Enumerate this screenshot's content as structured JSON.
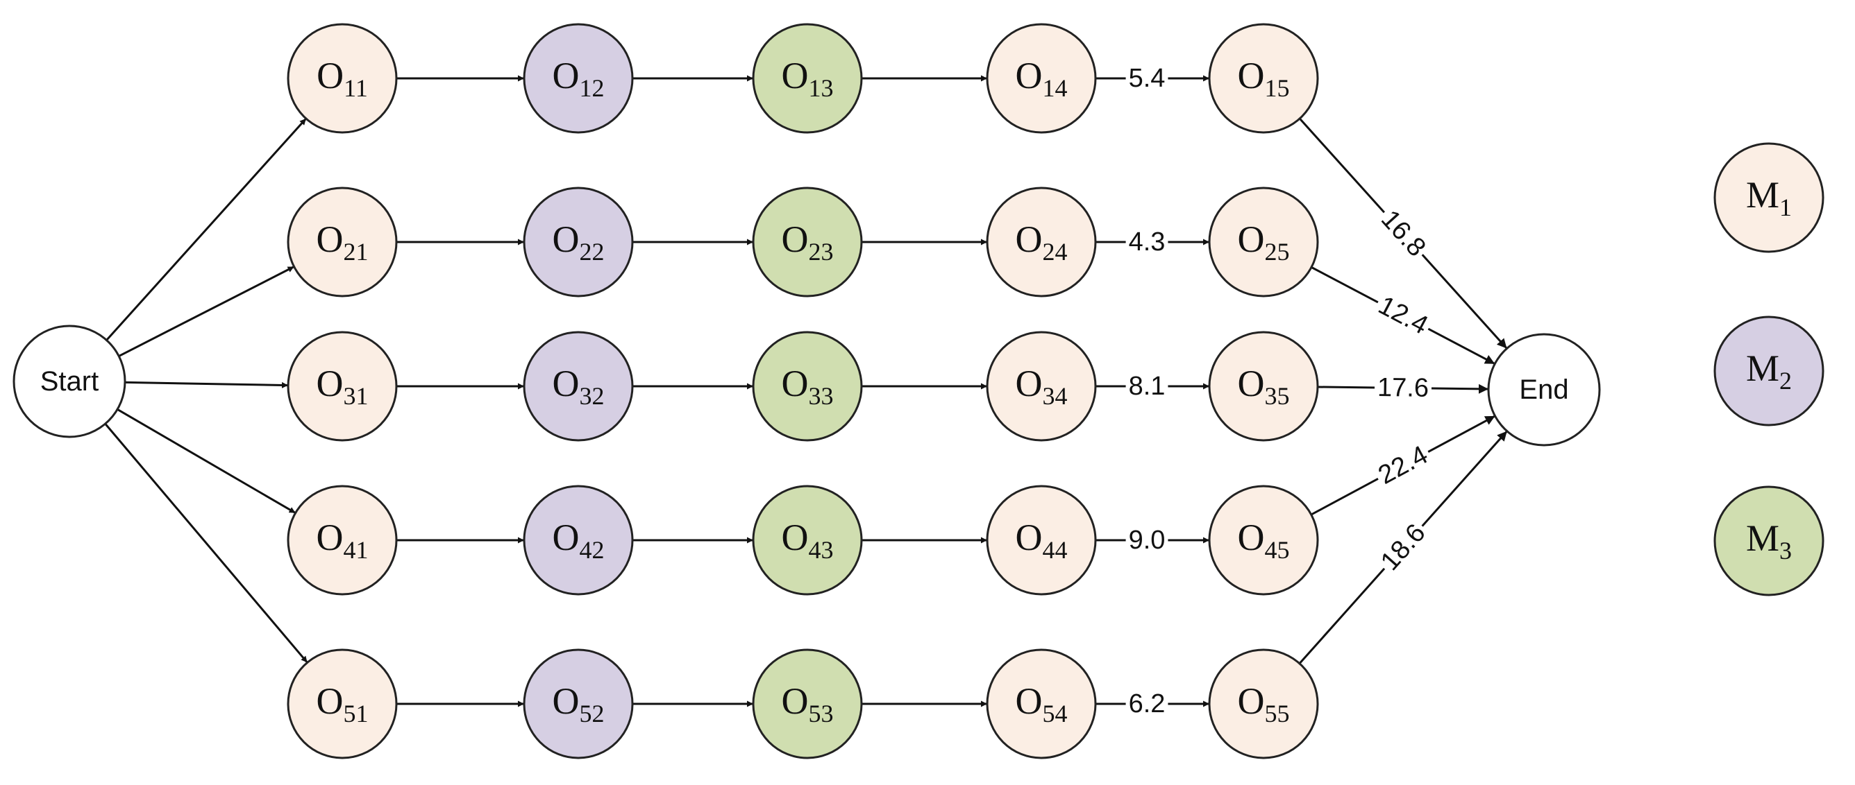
{
  "colors": {
    "M1": "#fbeee4",
    "M2": "#d6cfe3",
    "M3": "#d0deb0",
    "terminal": "#ffffff",
    "stroke": "#222222"
  },
  "start_label": "Start",
  "end_label": "End",
  "jobs": [
    {
      "ops": [
        {
          "base": "O",
          "sub": "11",
          "machine": "M1"
        },
        {
          "base": "O",
          "sub": "12",
          "machine": "M2"
        },
        {
          "base": "O",
          "sub": "13",
          "machine": "M3"
        },
        {
          "base": "O",
          "sub": "14",
          "machine": "M1"
        },
        {
          "base": "O",
          "sub": "15",
          "machine": "M1"
        }
      ],
      "mid_label": "5.4",
      "end_label": "16.8"
    },
    {
      "ops": [
        {
          "base": "O",
          "sub": "21",
          "machine": "M1"
        },
        {
          "base": "O",
          "sub": "22",
          "machine": "M2"
        },
        {
          "base": "O",
          "sub": "23",
          "machine": "M3"
        },
        {
          "base": "O",
          "sub": "24",
          "machine": "M1"
        },
        {
          "base": "O",
          "sub": "25",
          "machine": "M1"
        }
      ],
      "mid_label": "4.3",
      "end_label": "12.4"
    },
    {
      "ops": [
        {
          "base": "O",
          "sub": "31",
          "machine": "M1"
        },
        {
          "base": "O",
          "sub": "32",
          "machine": "M2"
        },
        {
          "base": "O",
          "sub": "33",
          "machine": "M3"
        },
        {
          "base": "O",
          "sub": "34",
          "machine": "M1"
        },
        {
          "base": "O",
          "sub": "35",
          "machine": "M1"
        }
      ],
      "mid_label": "8.1",
      "end_label": "17.6"
    },
    {
      "ops": [
        {
          "base": "O",
          "sub": "41",
          "machine": "M1"
        },
        {
          "base": "O",
          "sub": "42",
          "machine": "M2"
        },
        {
          "base": "O",
          "sub": "43",
          "machine": "M3"
        },
        {
          "base": "O",
          "sub": "44",
          "machine": "M1"
        },
        {
          "base": "O",
          "sub": "45",
          "machine": "M1"
        }
      ],
      "mid_label": "9.0",
      "end_label": "22.4"
    },
    {
      "ops": [
        {
          "base": "O",
          "sub": "51",
          "machine": "M1"
        },
        {
          "base": "O",
          "sub": "52",
          "machine": "M2"
        },
        {
          "base": "O",
          "sub": "53",
          "machine": "M3"
        },
        {
          "base": "O",
          "sub": "54",
          "machine": "M1"
        },
        {
          "base": "O",
          "sub": "55",
          "machine": "M1"
        }
      ],
      "mid_label": "6.2",
      "end_label": "18.6"
    }
  ],
  "legend": [
    {
      "base": "M",
      "sub": "1",
      "machine": "M1"
    },
    {
      "base": "M",
      "sub": "2",
      "machine": "M2"
    },
    {
      "base": "M",
      "sub": "3",
      "machine": "M3"
    }
  ]
}
